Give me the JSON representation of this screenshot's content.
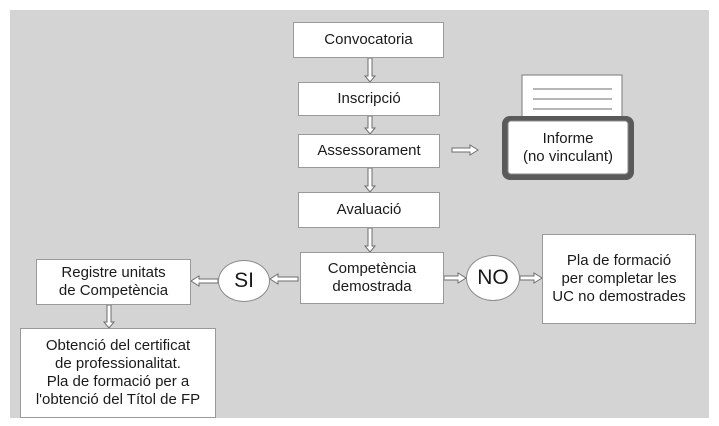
{
  "nodes": {
    "convocatoria": {
      "lines": [
        "Convocatoria"
      ]
    },
    "inscripcio": {
      "lines": [
        "Inscripció"
      ]
    },
    "assessorament": {
      "lines": [
        "Assessorament"
      ]
    },
    "informe": {
      "lines": [
        "Informe",
        "(no vinculant)"
      ]
    },
    "avaluacio": {
      "lines": [
        "Avaluació"
      ]
    },
    "competencia": {
      "lines": [
        "Competència",
        "demostrada"
      ]
    },
    "si": {
      "label": "SI"
    },
    "no": {
      "label": "NO"
    },
    "registre": {
      "lines": [
        "Registre unitats",
        "de Competència"
      ]
    },
    "obtencio": {
      "lines": [
        "Obtenció del certificat",
        "de professionalitat.",
        "Pla de formació per a",
        "l'obtenció del Títol de FP"
      ]
    },
    "pla_formacio": {
      "lines": [
        "Pla de formació",
        "per completar les",
        "UC no demostrades"
      ]
    }
  },
  "colors": {
    "background": "#d4d4d4",
    "box": "#ffffff",
    "border": "#9a9a9a"
  },
  "icons": {
    "informe": "printer-icon"
  }
}
